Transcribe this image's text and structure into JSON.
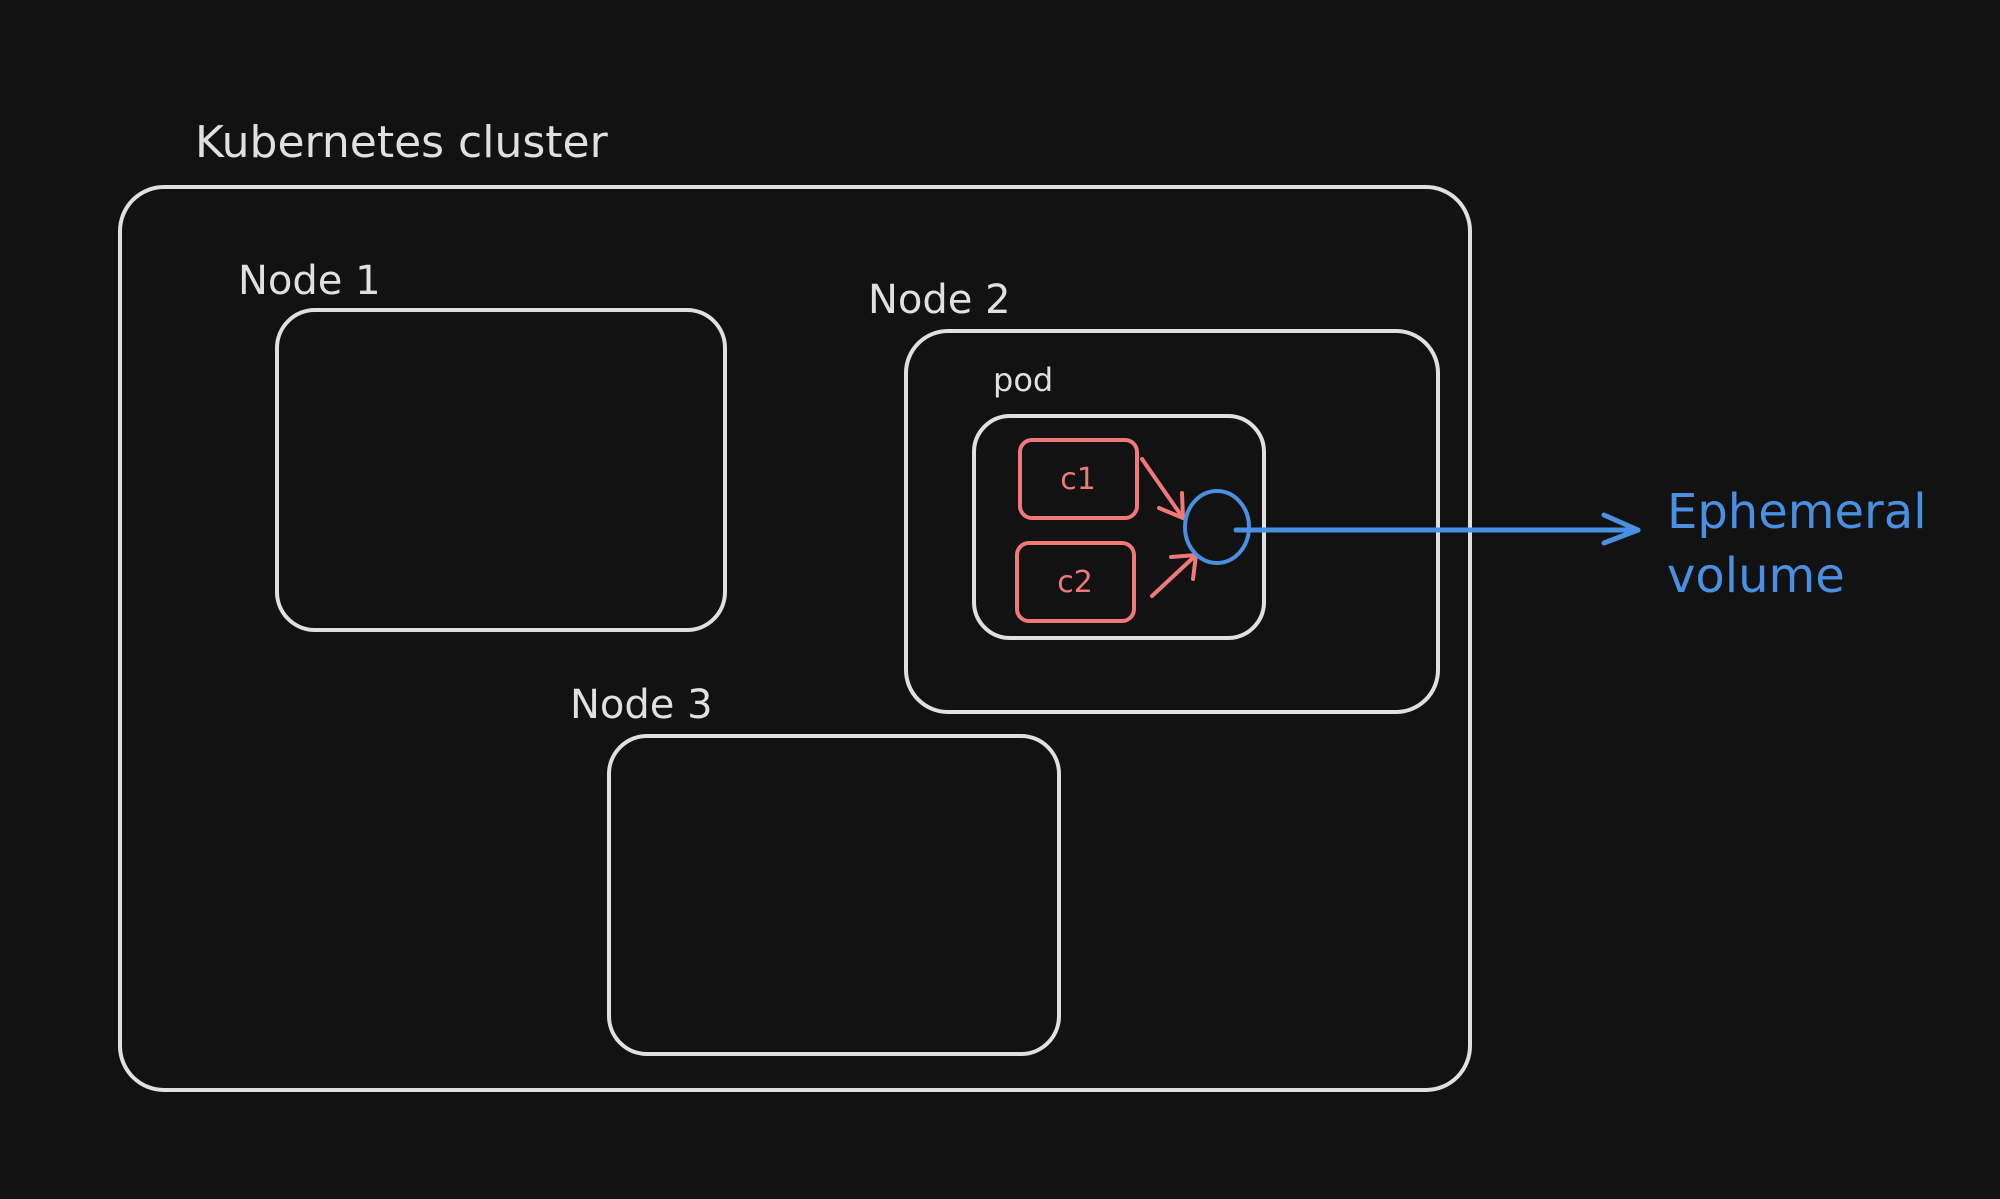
{
  "labels": {
    "cluster": "Kubernetes cluster",
    "node1": "Node 1",
    "node2": "Node 2",
    "node3": "Node 3",
    "pod": "pod",
    "container1": "c1",
    "container2": "c2",
    "volume_line1": "Ephemeral",
    "volume_line2": "volume"
  },
  "colors": {
    "background": "#121212",
    "outline": "#e0e0e0",
    "container": "#f07878",
    "volume": "#4a90e2"
  }
}
